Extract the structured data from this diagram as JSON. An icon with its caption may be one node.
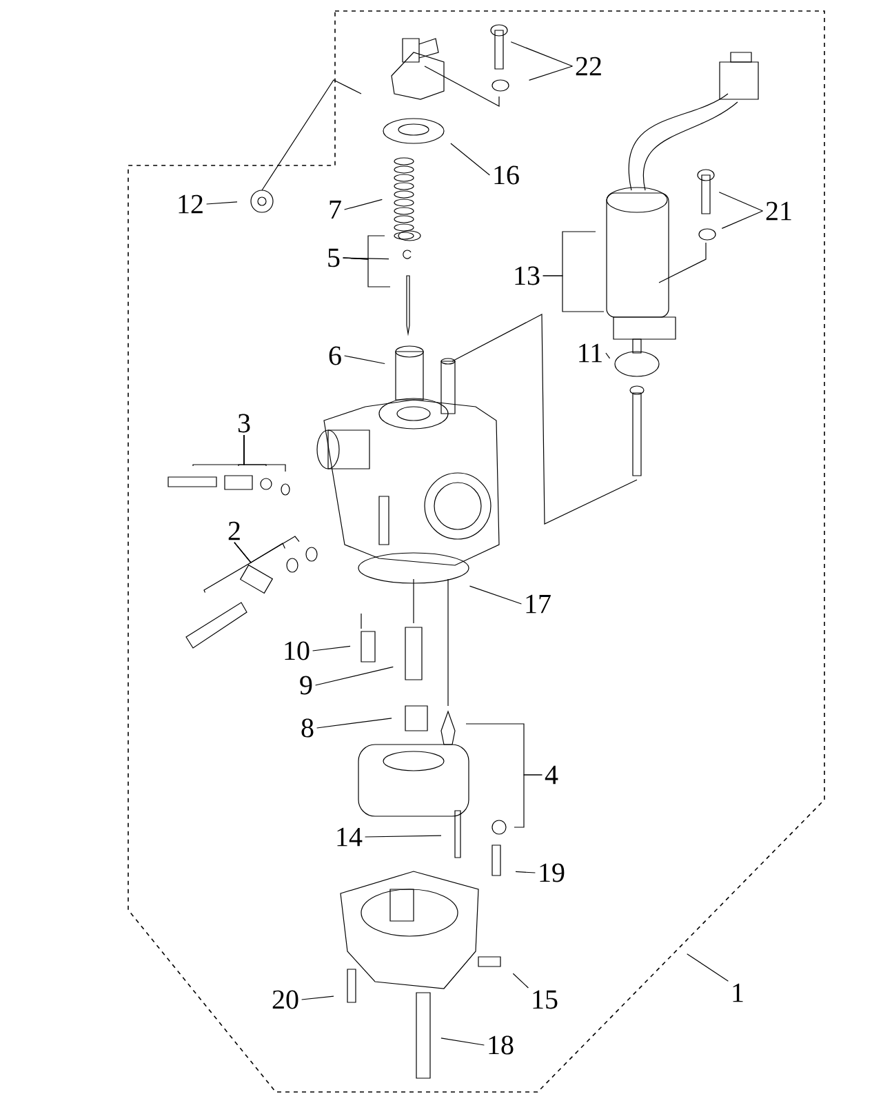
{
  "diagram": {
    "nodes": [
      {
        "text": [
          "22"
        ]
      },
      {
        "text": [
          "16"
        ]
      },
      {
        "text": [
          "12"
        ]
      },
      {
        "text": [
          "7"
        ]
      },
      {
        "text": [
          "21"
        ]
      },
      {
        "text": [
          "5"
        ]
      },
      {
        "text": [
          "13"
        ]
      },
      {
        "text": [
          "11"
        ]
      },
      {
        "text": [
          "6"
        ]
      },
      {
        "text": [
          "3"
        ]
      },
      {
        "text": [
          "2"
        ]
      },
      {
        "text": [
          "17"
        ]
      },
      {
        "text": [
          "10"
        ]
      },
      {
        "text": [
          "9"
        ]
      },
      {
        "text": [
          "8"
        ]
      },
      {
        "text": [
          "4"
        ]
      },
      {
        "text": [
          "14"
        ]
      },
      {
        "text": [
          "19"
        ]
      },
      {
        "text": [
          "1"
        ]
      },
      {
        "text": [
          "20"
        ]
      },
      {
        "text": [
          "15"
        ]
      },
      {
        "text": [
          "18"
        ]
      }
    ],
    "edges": [
      {
        "from": 0,
        "to": null,
        "arrow": "none"
      },
      {
        "from": 0,
        "to": null,
        "arrow": "none"
      },
      {
        "from": 1,
        "to": null,
        "arrow": "none"
      },
      {
        "from": 2,
        "to": null,
        "arrow": "none"
      },
      {
        "from": 3,
        "to": null,
        "arrow": "none"
      },
      {
        "from": 4,
        "to": null,
        "arrow": "none"
      },
      {
        "from": 4,
        "to": null,
        "arrow": "none"
      },
      {
        "from": 5,
        "to": null,
        "arrow": "none"
      },
      {
        "from": 5,
        "to": null,
        "arrow": "none"
      },
      {
        "from": 5,
        "to": null,
        "arrow": "none"
      },
      {
        "from": 6,
        "to": null,
        "arrow": "none"
      },
      {
        "from": 6,
        "to": null,
        "arrow": "none"
      },
      {
        "from": 7,
        "to": null,
        "arrow": "none"
      },
      {
        "from": 8,
        "to": null,
        "arrow": "none"
      },
      {
        "from": 9,
        "to": null,
        "arrow": "none"
      },
      {
        "from": 9,
        "to": null,
        "arrow": "none"
      },
      {
        "from": 9,
        "to": null,
        "arrow": "none"
      },
      {
        "from": 9,
        "to": null,
        "arrow": "none"
      },
      {
        "from": 10,
        "to": null,
        "arrow": "none"
      },
      {
        "from": 10,
        "to": null,
        "arrow": "none"
      },
      {
        "from": 10,
        "to": null,
        "arrow": "none"
      },
      {
        "from": 10,
        "to": null,
        "arrow": "none"
      },
      {
        "from": 11,
        "to": null,
        "arrow": "none"
      },
      {
        "from": 12,
        "to": null,
        "arrow": "none"
      },
      {
        "from": 13,
        "to": null,
        "arrow": "none"
      },
      {
        "from": 14,
        "to": null,
        "arrow": "none"
      },
      {
        "from": 15,
        "to": null,
        "arrow": "none"
      },
      {
        "from": 15,
        "to": null,
        "arrow": "none"
      },
      {
        "from": 16,
        "to": null,
        "arrow": "none"
      },
      {
        "from": 17,
        "to": null,
        "arrow": "none"
      },
      {
        "from": 18,
        "to": null,
        "arrow": "none"
      },
      {
        "from": 19,
        "to": null,
        "arrow": "none"
      },
      {
        "from": 20,
        "to": null,
        "arrow": "none"
      },
      {
        "from": 21,
        "to": null,
        "arrow": "none"
      }
    ]
  }
}
